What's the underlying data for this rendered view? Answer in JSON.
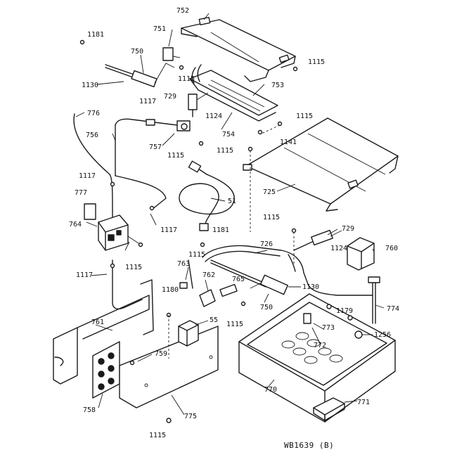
{
  "diagram": {
    "caption": "WB1639 (B)",
    "labels": [
      {
        "id": "l752",
        "text": "752"
      },
      {
        "id": "l1181a",
        "text": "1181"
      },
      {
        "id": "l751",
        "text": "751"
      },
      {
        "id": "l750a",
        "text": "750"
      },
      {
        "id": "l1115a",
        "text": "1115"
      },
      {
        "id": "l1130a",
        "text": "1130"
      },
      {
        "id": "l1115b",
        "text": "1115"
      },
      {
        "id": "l729a",
        "text": "729"
      },
      {
        "id": "l753",
        "text": "753"
      },
      {
        "id": "l1117a",
        "text": "1117"
      },
      {
        "id": "l776",
        "text": "776"
      },
      {
        "id": "l1124a",
        "text": "1124"
      },
      {
        "id": "l1115c",
        "text": "1115"
      },
      {
        "id": "l756",
        "text": "756"
      },
      {
        "id": "l757",
        "text": "757"
      },
      {
        "id": "l754",
        "text": "754"
      },
      {
        "id": "l1141",
        "text": "1141"
      },
      {
        "id": "l1115d",
        "text": "1115"
      },
      {
        "id": "l1115e",
        "text": "1115"
      },
      {
        "id": "l1117b",
        "text": "1117"
      },
      {
        "id": "l725",
        "text": "725"
      },
      {
        "id": "l777",
        "text": "777"
      },
      {
        "id": "l51",
        "text": "51"
      },
      {
        "id": "l1115f",
        "text": "1115"
      },
      {
        "id": "l764",
        "text": "764"
      },
      {
        "id": "l1117c",
        "text": "1117"
      },
      {
        "id": "l729b",
        "text": "729"
      },
      {
        "id": "l1181b",
        "text": "1181"
      },
      {
        "id": "l726",
        "text": "726"
      },
      {
        "id": "l1124b",
        "text": "1124"
      },
      {
        "id": "l760",
        "text": "760"
      },
      {
        "id": "l1115g",
        "text": "1115"
      },
      {
        "id": "l1115h",
        "text": "1115"
      },
      {
        "id": "l1117d",
        "text": "1117"
      },
      {
        "id": "l763",
        "text": "763"
      },
      {
        "id": "l762",
        "text": "762"
      },
      {
        "id": "l765",
        "text": "765"
      },
      {
        "id": "l1130b",
        "text": "1130"
      },
      {
        "id": "l1180",
        "text": "1180"
      },
      {
        "id": "l750b",
        "text": "750"
      },
      {
        "id": "l774",
        "text": "774"
      },
      {
        "id": "l1179",
        "text": "1179"
      },
      {
        "id": "l55",
        "text": "55"
      },
      {
        "id": "l1115i",
        "text": "1115"
      },
      {
        "id": "l773",
        "text": "773"
      },
      {
        "id": "l1256",
        "text": "1256"
      },
      {
        "id": "l761",
        "text": "761"
      },
      {
        "id": "l772",
        "text": "772"
      },
      {
        "id": "l759",
        "text": "759"
      },
      {
        "id": "l770",
        "text": "770"
      },
      {
        "id": "l758",
        "text": "758"
      },
      {
        "id": "l771",
        "text": "771"
      },
      {
        "id": "l775",
        "text": "775"
      },
      {
        "id": "l1115j",
        "text": "1115"
      }
    ]
  }
}
